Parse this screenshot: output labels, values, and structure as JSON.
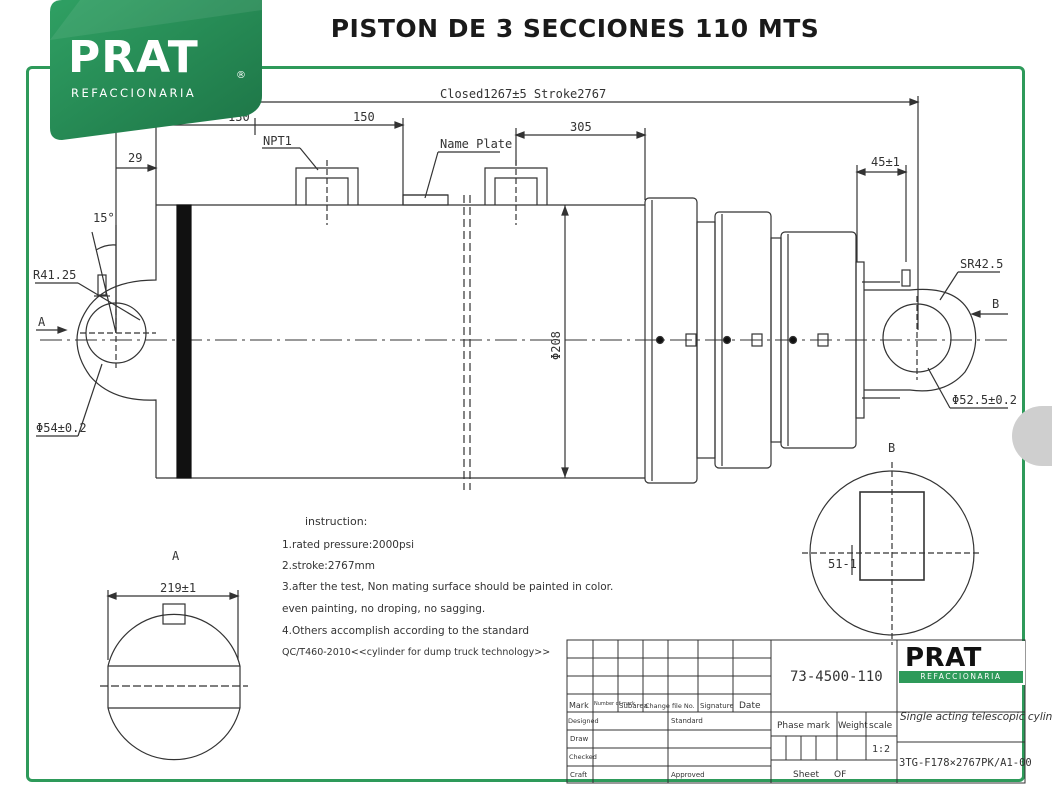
{
  "header": {
    "title": "PISTON DE 3 SECCIONES 110 MTS"
  },
  "brand": {
    "name": "PRAT",
    "registered": "®",
    "subtitle": "REFACCIONARIA",
    "color": "#2e9a5a"
  },
  "dimensions": {
    "overall": "Closed1267±5   Stroke2767",
    "d130": "130",
    "d150": "150",
    "d305": "305",
    "d29": "29",
    "d45": "45±1",
    "npt": "NPT1",
    "name_plate": "Name Plate",
    "angle": "15°",
    "r_left": "R41.25",
    "sr_right": "SR42.5",
    "dia_left": "Φ54±0.2",
    "dia_right": "Φ52.5±0.2",
    "dia_barrel": "Φ208",
    "view_a": "A",
    "view_b": "B",
    "width_a": "219±1",
    "slot_b": "51-1"
  },
  "instructions": {
    "heading": "instruction:",
    "lines": [
      "1.rated pressure:2000psi",
      "2.stroke:2767mm",
      "3.after the test, Non mating surface should be painted in color.",
      "even painting, no droping, no sagging.",
      "4.Others accomplish according to the standard",
      "QC/T460-2010<<cylinder for dump truck technology>>"
    ]
  },
  "title_block": {
    "drawing_no": "73-4500-110",
    "description": "Single acting telescopic cylinder",
    "part_code": "3TG-F178×2767PK/A1-00",
    "cols": [
      "Mark",
      "Number of mark",
      "Subarea",
      "Change file No.",
      "Signature",
      "Date"
    ],
    "rows": [
      "Designed",
      "Draw",
      "Checked",
      "Craft"
    ],
    "standard": "Standard",
    "approved": "Approved",
    "phase_mark": "Phase mark",
    "weight": "Weight",
    "scale": "scale",
    "scale_value": "1:2",
    "sheet": "Sheet",
    "of": "OF"
  }
}
